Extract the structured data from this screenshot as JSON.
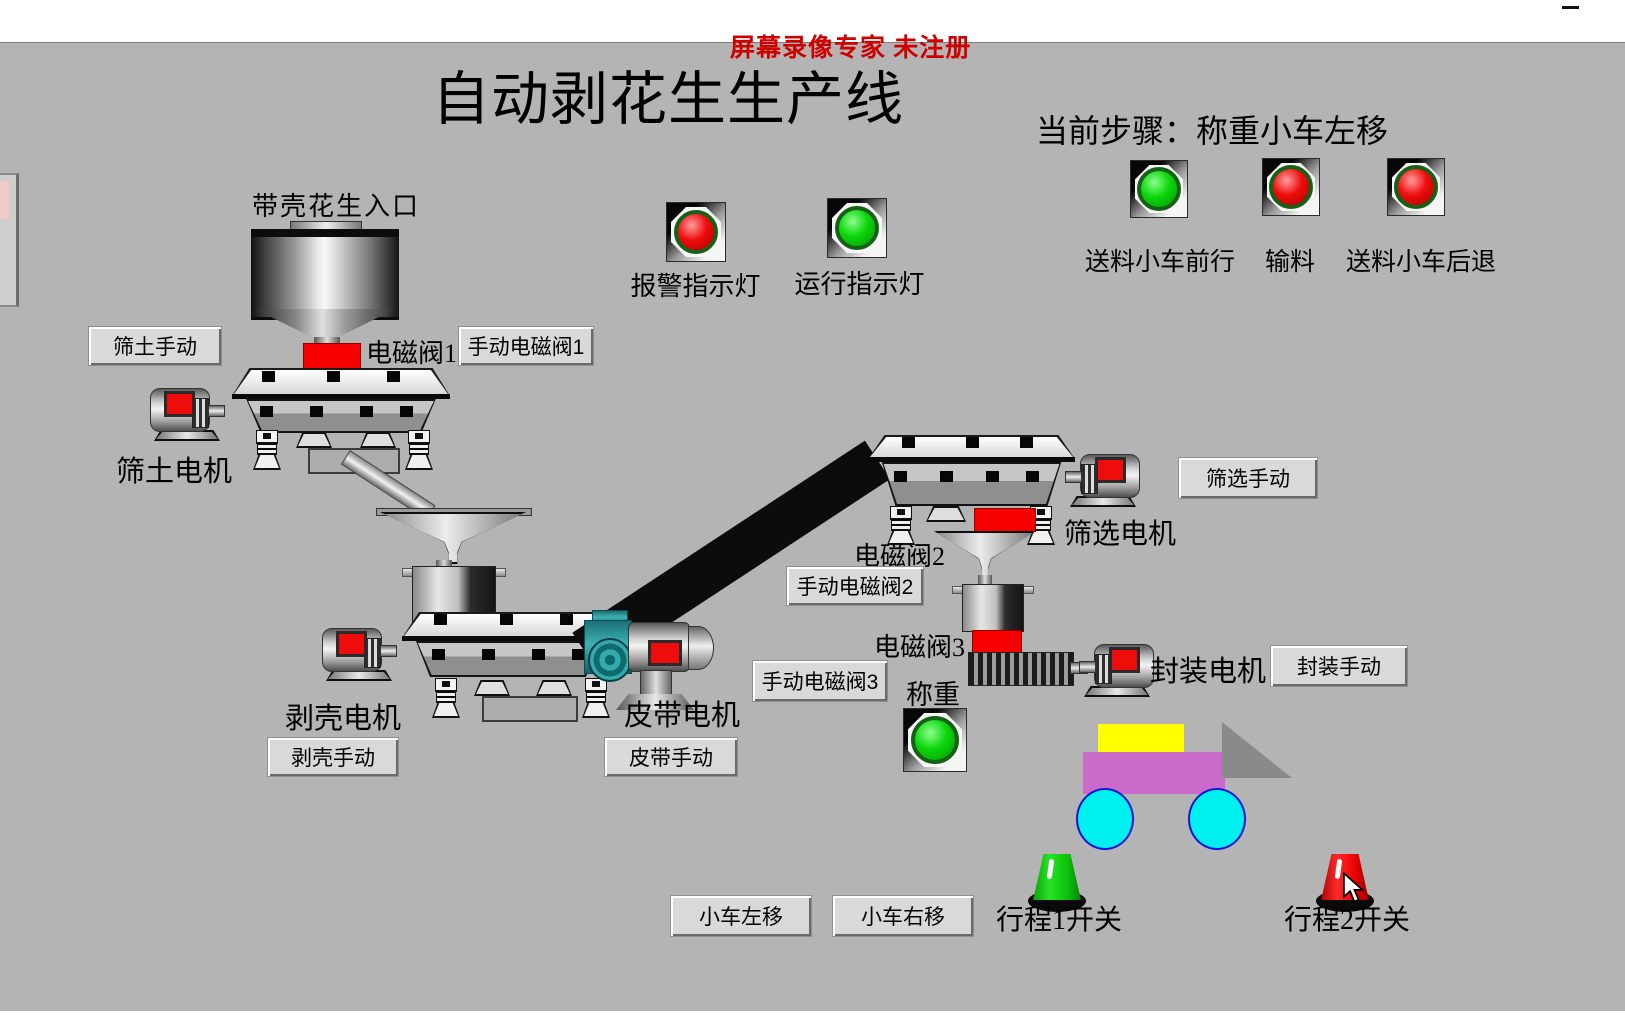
{
  "watermark": "屏幕录像专家  未注册",
  "title": "自动剥花生生产线",
  "current_step": "当前步骤：称重小车左移",
  "step_lights": [
    {
      "label": "送料小车前行",
      "color": "#0bd60b"
    },
    {
      "label": "输料",
      "color": "#ee0d0d"
    },
    {
      "label": "送料小车后退",
      "color": "#ee0d0d"
    }
  ],
  "indicators": {
    "alarm": {
      "label": "报警指示灯",
      "color": "#ee0d0d"
    },
    "run": {
      "label": "运行指示灯",
      "color": "#0bd60b"
    }
  },
  "weigh": {
    "label": "称重",
    "color": "#0bd60b"
  },
  "equipment": {
    "inlet": "带壳花生入口",
    "valve1": "电磁阀1",
    "valve2": "电磁阀2",
    "valve3": "电磁阀3",
    "sift_motor": "筛土电机",
    "shell_motor": "剥壳电机",
    "belt_motor": "皮带电机",
    "sieve_motor": "筛选电机",
    "pack_motor": "封装电机",
    "limit1": "行程1开关",
    "limit2": "行程2开关"
  },
  "buttons": {
    "sift_manual": "筛土手动",
    "valve1_manual": "手动电磁阀1",
    "valve2_manual": "手动电磁阀2",
    "valve3_manual": "手动电磁阀3",
    "shell_manual": "剥壳手动",
    "belt_manual": "皮带手动",
    "sieve_manual": "筛选手动",
    "pack_manual": "封装手动",
    "cart_left": "小车左移",
    "cart_right": "小车右移"
  },
  "colors": {
    "canvas": "#b4b4b4",
    "valve_red": "#f80000",
    "belt_black": "#0c0c0c",
    "gearbox_teal": "#2d9d9d",
    "cart_body": "#ca6bca",
    "cart_top": "#ffff00",
    "wheel_cyan": "#00f0f0",
    "arrow_gray": "#8a8a8a",
    "limit1": "#0cc20c",
    "limit2": "#e80000",
    "watermark_red": "#cf0000"
  }
}
